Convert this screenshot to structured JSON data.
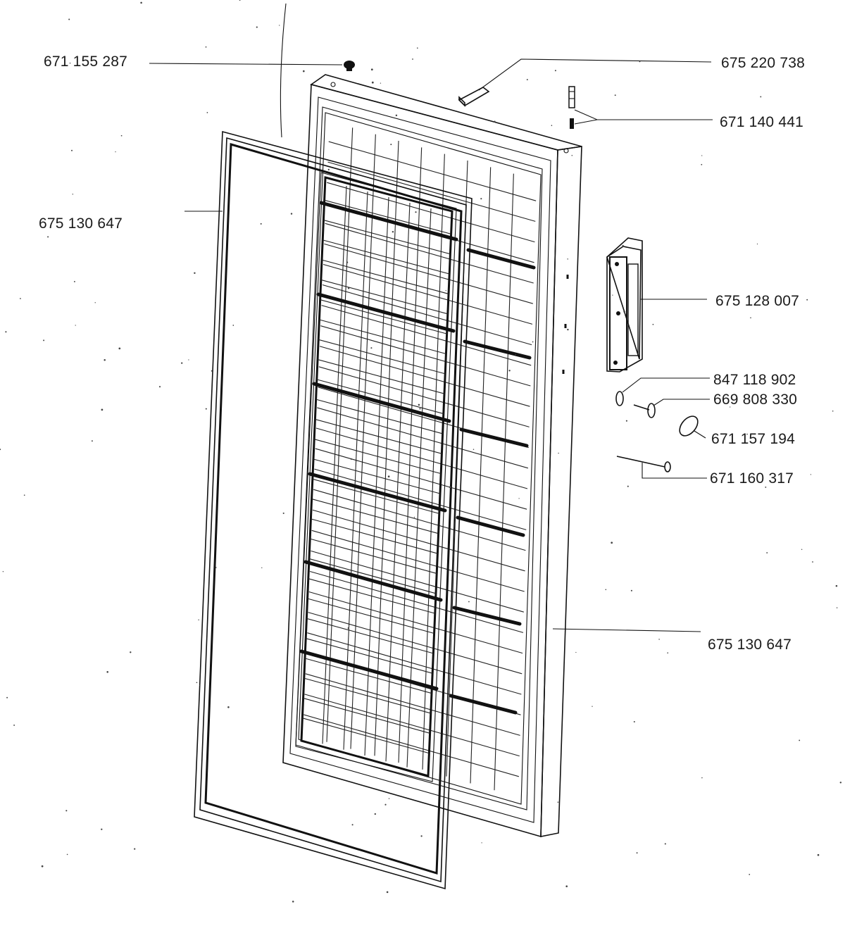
{
  "labels": {
    "seal_top": "675 130 647",
    "cap": "671 155 287",
    "hinge_cover": "675 220 738",
    "hinge_pin": "671 140 441",
    "handle": "675 128 007",
    "washer": "847 118 902",
    "screw": "669 808 330",
    "screw_cover": "671 157 194",
    "pin": "671 160 317",
    "door": "675 130 647"
  }
}
